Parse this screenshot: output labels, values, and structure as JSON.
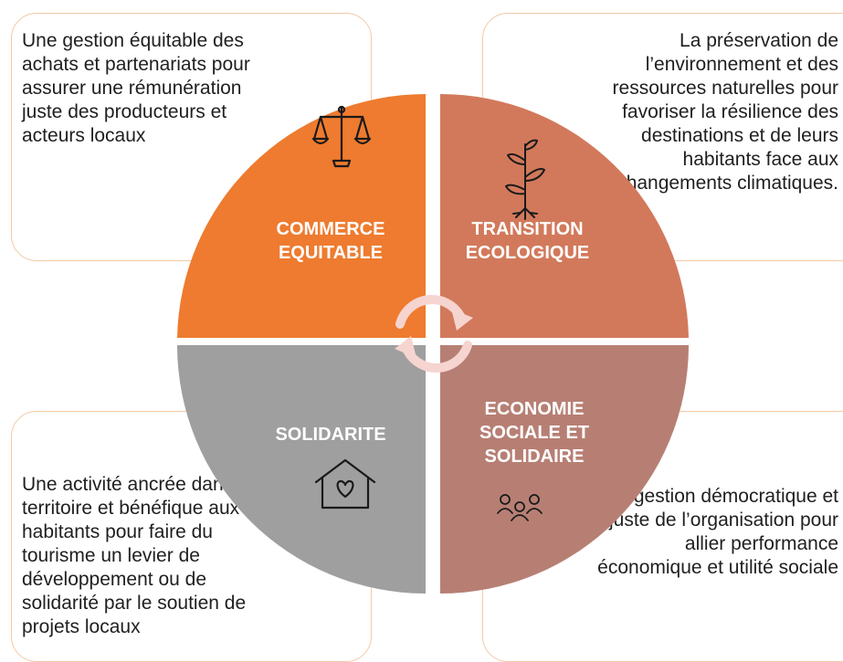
{
  "quadrants": {
    "commerce": {
      "label": "COMMERCE\nEQUITABLE",
      "icon": "balance-scale-icon",
      "color": "#ee7b2f",
      "description": "Une gestion équitable des achats et partenariats pour assurer une rémunération juste des producteurs et acteurs locaux"
    },
    "transition": {
      "label": "TRANSITION\nECOLOGIQUE",
      "icon": "plant-sprout-icon",
      "color": "#d2795b",
      "description": "La préservation de l’environnement et des ressources naturelles pour favoriser la résilience des destinations et de leurs habitants face aux changements climatiques."
    },
    "solidarite": {
      "label": "SOLIDARITE",
      "icon": "house-heart-icon",
      "color": "#9f9f9f",
      "description": "Une activité ancrée dans le territoire et bénéfique aux habitants pour faire du tourisme un levier de développement ou de solidarité par le soutien de projets locaux"
    },
    "economie": {
      "label": "ECONOMIE\nSOCIALE ET\nSOLIDAIRE",
      "icon": "people-group-icon",
      "color": "#b77f74",
      "description": "Une gestion démocratique et juste de l’organisation pour allier performance économique et utilité sociale"
    }
  },
  "colors": {
    "box_border": "#f3c9a6",
    "cycle_arrow": "#f6d4d0"
  }
}
